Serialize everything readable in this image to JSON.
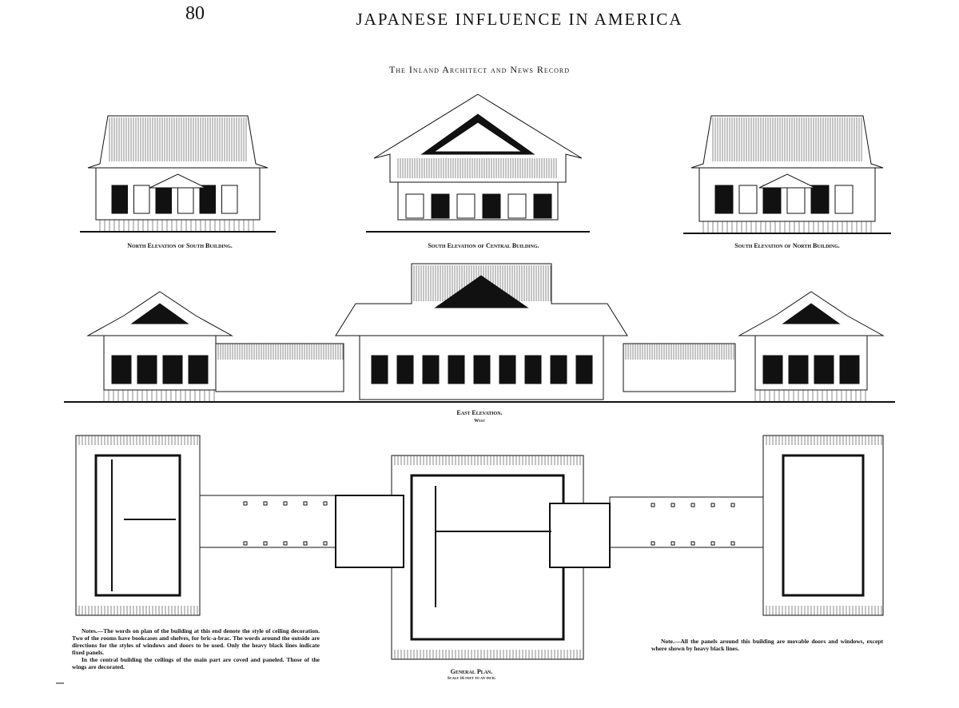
{
  "header": {
    "page_number": "80",
    "running_title": "JAPANESE INFLUENCE IN AMERICA",
    "subtitle": "The Inland Architect and News Record"
  },
  "captions": {
    "north_elevation_south": "North Elevation of South Building.",
    "south_elevation_central": "South Elevation of Central Building.",
    "south_elevation_north": "South Elevation of North Building.",
    "east_elevation": "East Elevation.",
    "west": "West",
    "general_plan": "General Plan.",
    "scale": "Scale 16 feet to an inch."
  },
  "notes": {
    "left_p1": "Notes.—The words on plan of the building at this end denote the style of ceiling decoration. Two of the rooms have bookcases and shelves, for bric-a-brac. The words around the outside are directions for the styles of windows and doors to be used. Only the heavy black lines indicate fixed panels.",
    "left_p2": "In the central building the ceilings of the main part are coved and paneled. Those of the wings are decorated.",
    "right": "Note.—All the panels around this building are movable doors and windows, except where shown by heavy black lines."
  }
}
